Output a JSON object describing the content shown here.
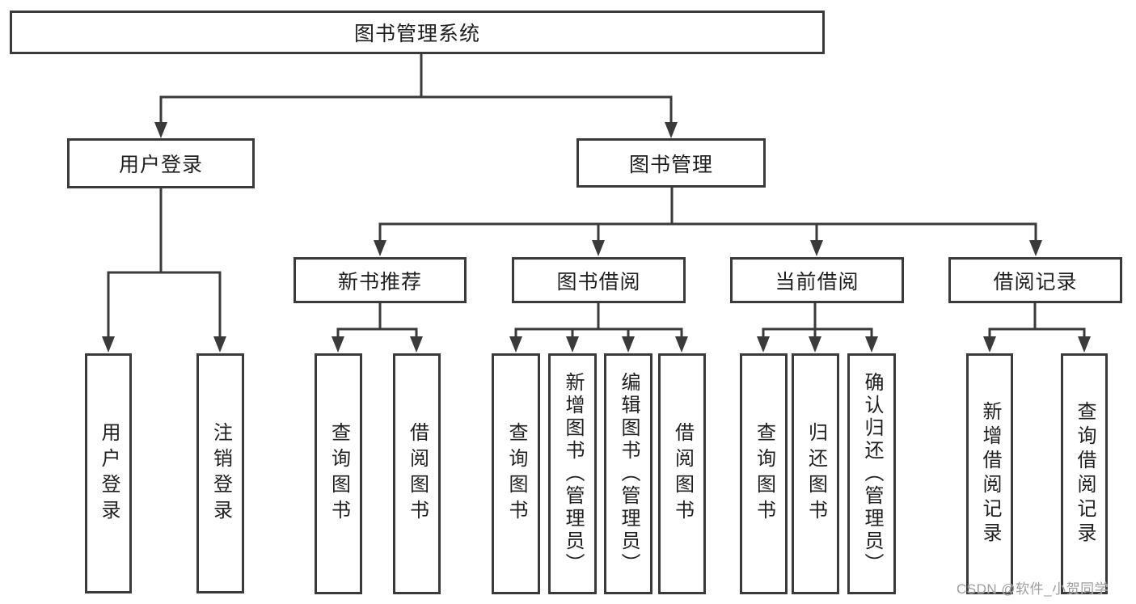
{
  "diagram": {
    "title": "图书管理系统",
    "tree": {
      "label": "图书管理系统",
      "children": [
        {
          "label": "用户登录",
          "children": [
            {
              "label": "用户登录"
            },
            {
              "label": "注销登录"
            }
          ]
        },
        {
          "label": "图书管理",
          "children": [
            {
              "label": "新书推荐",
              "children": [
                {
                  "label": "查询图书"
                },
                {
                  "label": "借阅图书"
                }
              ]
            },
            {
              "label": "图书借阅",
              "children": [
                {
                  "label": "查询图书"
                },
                {
                  "label": "新增图书（管理员）"
                },
                {
                  "label": "编辑图书（管理员）"
                },
                {
                  "label": "借阅图书"
                }
              ]
            },
            {
              "label": "当前借阅",
              "children": [
                {
                  "label": "查询图书"
                },
                {
                  "label": "归还图书"
                },
                {
                  "label": "确认归还（管理员）"
                }
              ]
            },
            {
              "label": "借阅记录",
              "children": [
                {
                  "label": "新增借阅记录"
                },
                {
                  "label": "查询借阅记录"
                }
              ]
            }
          ]
        }
      ]
    },
    "colors": {
      "line": "#3a3a3a",
      "box_border": "#3a3a3a",
      "box_background": "#ffffff",
      "text": "#1f1f1f",
      "watermark": "#9e9ea0"
    }
  },
  "watermark": {
    "text": "CSDN @软件_小贺同学"
  }
}
